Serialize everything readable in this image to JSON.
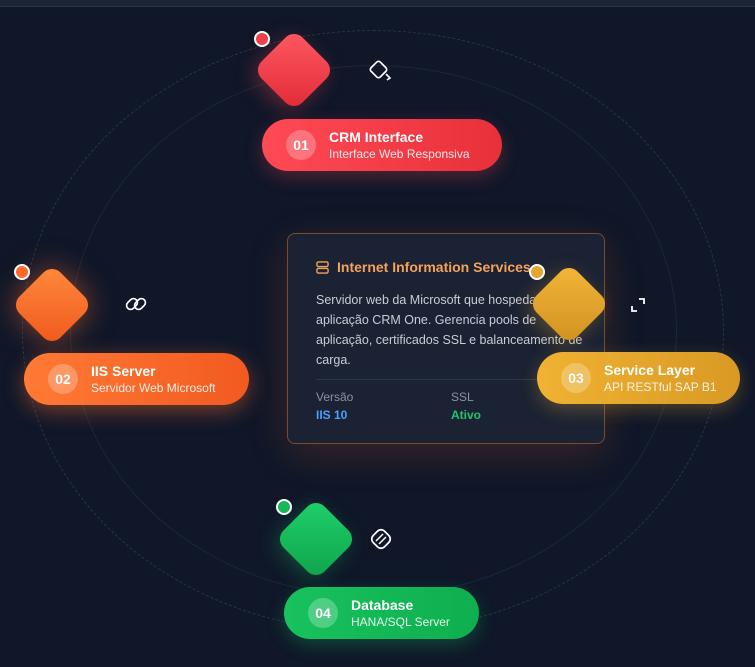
{
  "colors": {
    "background": "#0f1729",
    "crm": "#f0414a",
    "iis": "#ff6a2b",
    "service_layer": "#e5a62f",
    "database": "#16b85a"
  },
  "nodes": [
    {
      "number": "01",
      "title": "CRM Interface",
      "subtitle": "Interface Web Responsiva",
      "icon": "pencil-box-icon"
    },
    {
      "number": "02",
      "title": "IIS Server",
      "subtitle": "Servidor Web Microsoft",
      "icon": "link-icon"
    },
    {
      "number": "03",
      "title": "Service Layer",
      "subtitle": "API RESTful SAP B1",
      "icon": "expand-icon"
    },
    {
      "number": "04",
      "title": "Database",
      "subtitle": "HANA/SQL Server",
      "icon": "database-icon"
    }
  ],
  "detail": {
    "icon": "server-icon",
    "title": "Internet Information Services",
    "description": "Servidor web da Microsoft que hospeda a aplicação CRM One. Gerencia pools de aplicação, certificados SSL e balanceamento de carga.",
    "version_label": "Versão",
    "version_value": "IIS 10",
    "ssl_label": "SSL",
    "ssl_value": "Ativo"
  }
}
